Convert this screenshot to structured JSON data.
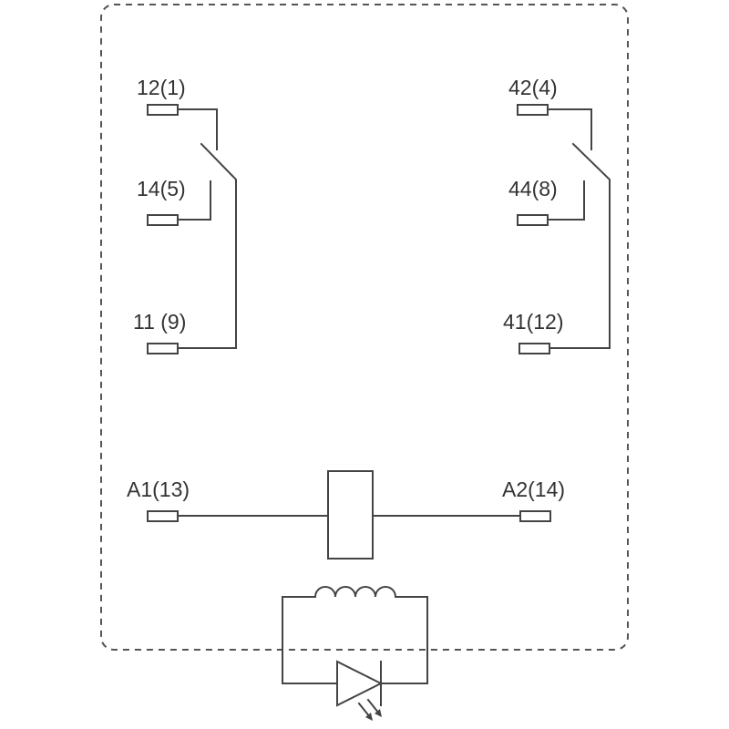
{
  "terminals": {
    "t12": "12(1)",
    "t14": "14(5)",
    "t11": "11 (9)",
    "t42": "42(4)",
    "t44": "44(8)",
    "t41": "41(12)",
    "a1": "A1(13)",
    "a2": "A2(14)"
  },
  "colors": {
    "line": "#444444",
    "text": "#333333",
    "border": "#555555",
    "background": "#ffffff"
  }
}
